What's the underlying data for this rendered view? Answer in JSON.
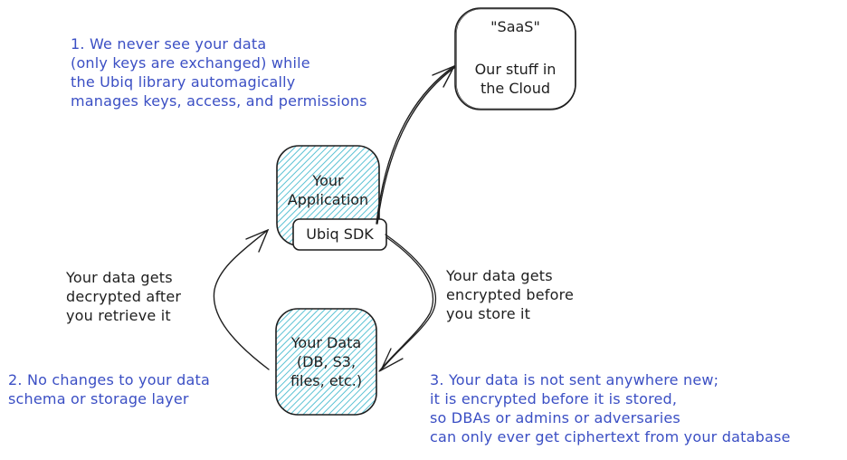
{
  "colors": {
    "note_text": "#3b4fc4",
    "label_text": "#1e1e1e",
    "hatch_fill": "#5bc2d4",
    "stroke": "#1e1e1e"
  },
  "nodes": {
    "saas": {
      "title": "\"SaaS\"",
      "body": "Our stuff in\nthe Cloud"
    },
    "application": {
      "label": "Your\nApplication"
    },
    "sdk": {
      "label": "Ubiq SDK"
    },
    "data": {
      "label": "Your Data\n(DB, S3,\nfiles, etc.)"
    }
  },
  "edges": {
    "to_cloud": {
      "from": "Ubiq SDK",
      "to": "\"SaaS\""
    },
    "encrypt": {
      "from": "Ubiq SDK",
      "to": "Your Data",
      "label": "Your data gets\nencrypted before\nyou store it"
    },
    "decrypt": {
      "from": "Your Data",
      "to": "Your Application",
      "label": "Your data gets\ndecrypted after\nyou retrieve it"
    }
  },
  "notes": {
    "note1": "1. We never see your data\n(only keys are exchanged) while\nthe Ubiq library automagically\nmanages keys, access, and permissions",
    "note2": "2. No changes to your data\nschema or storage layer",
    "note3": "3. Your data is not sent anywhere new;\nit is encrypted before it is stored,\nso DBAs or admins or adversaries\ncan only ever get ciphertext from your database"
  }
}
